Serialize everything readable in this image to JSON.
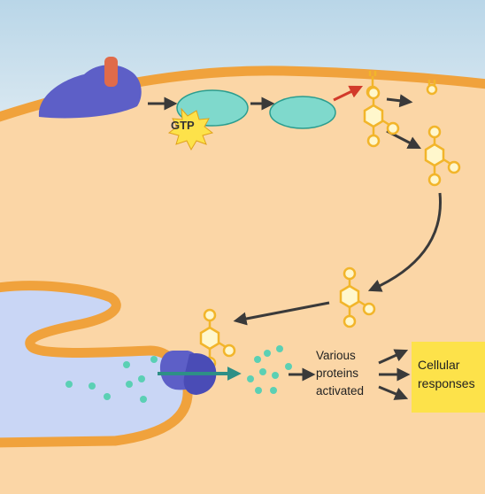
{
  "gtp_label": "GTP",
  "proteins_lines": [
    "Various",
    "proteins",
    "activated"
  ],
  "response_lines": [
    "Cellular",
    "responses"
  ],
  "colors": {
    "sky": "#cfe2ee",
    "cytoplasm": "#fbd6a6",
    "membrane": "#f0a23c",
    "receptor": "#5d5fc7",
    "signal_molecule": "#e06b4a",
    "g_protein": "#7fd9cc",
    "messenger_ring": "#f2b52a",
    "messenger_fill": "#fff7cc",
    "organelle": "#c9d6f5",
    "ion": "#5bd0b4",
    "channel_arrow": "#2e8f86",
    "activation_arrow": "#d23a2a",
    "arrow": "#3a3a3a",
    "response_box": "#fde24a"
  }
}
